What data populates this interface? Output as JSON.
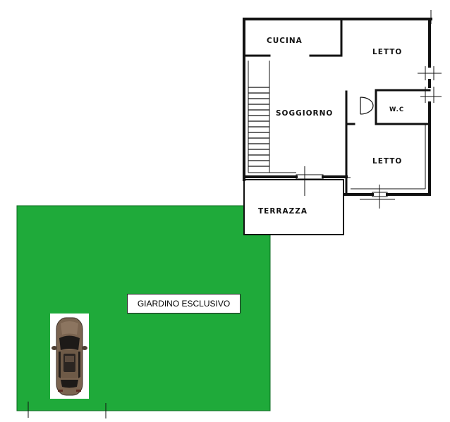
{
  "colors": {
    "garden": "#1faa3a",
    "wall": "#111111",
    "car_body": "#7a6450"
  },
  "rooms": {
    "cucina": "CUCINA",
    "letto_top": "LETTO",
    "soggiorno": "SOGGIORNO",
    "wc": "W.C",
    "letto_bottom": "LETTO",
    "terrazza": "TERRAZZA"
  },
  "garden": {
    "label": "GIARDINO ESCLUSIVO"
  },
  "icons": {
    "car": "car-top-view-icon",
    "door": "door-swing-icon",
    "stairs": "staircase-icon"
  }
}
